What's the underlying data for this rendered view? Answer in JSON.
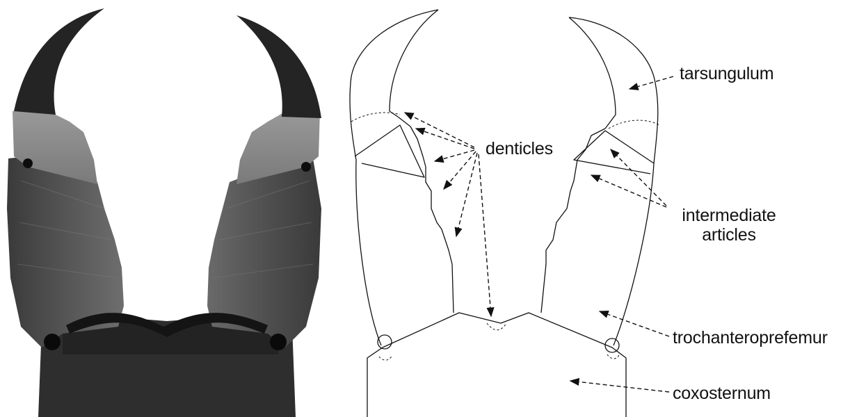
{
  "figure": {
    "labels": {
      "tarsungulum": "tarsungulum",
      "denticles": "denticles",
      "intermediate_line1": "intermediate",
      "intermediate_line2": "articles",
      "trochanteroprefemur": "trochanteroprefemur",
      "coxosternum": "coxosternum"
    },
    "colors": {
      "ink": "#111111",
      "photo_dark": "#2a2a2a",
      "photo_mid": "#5e5e5e",
      "photo_light": "#a8a8a8",
      "background": "#ffffff"
    }
  }
}
